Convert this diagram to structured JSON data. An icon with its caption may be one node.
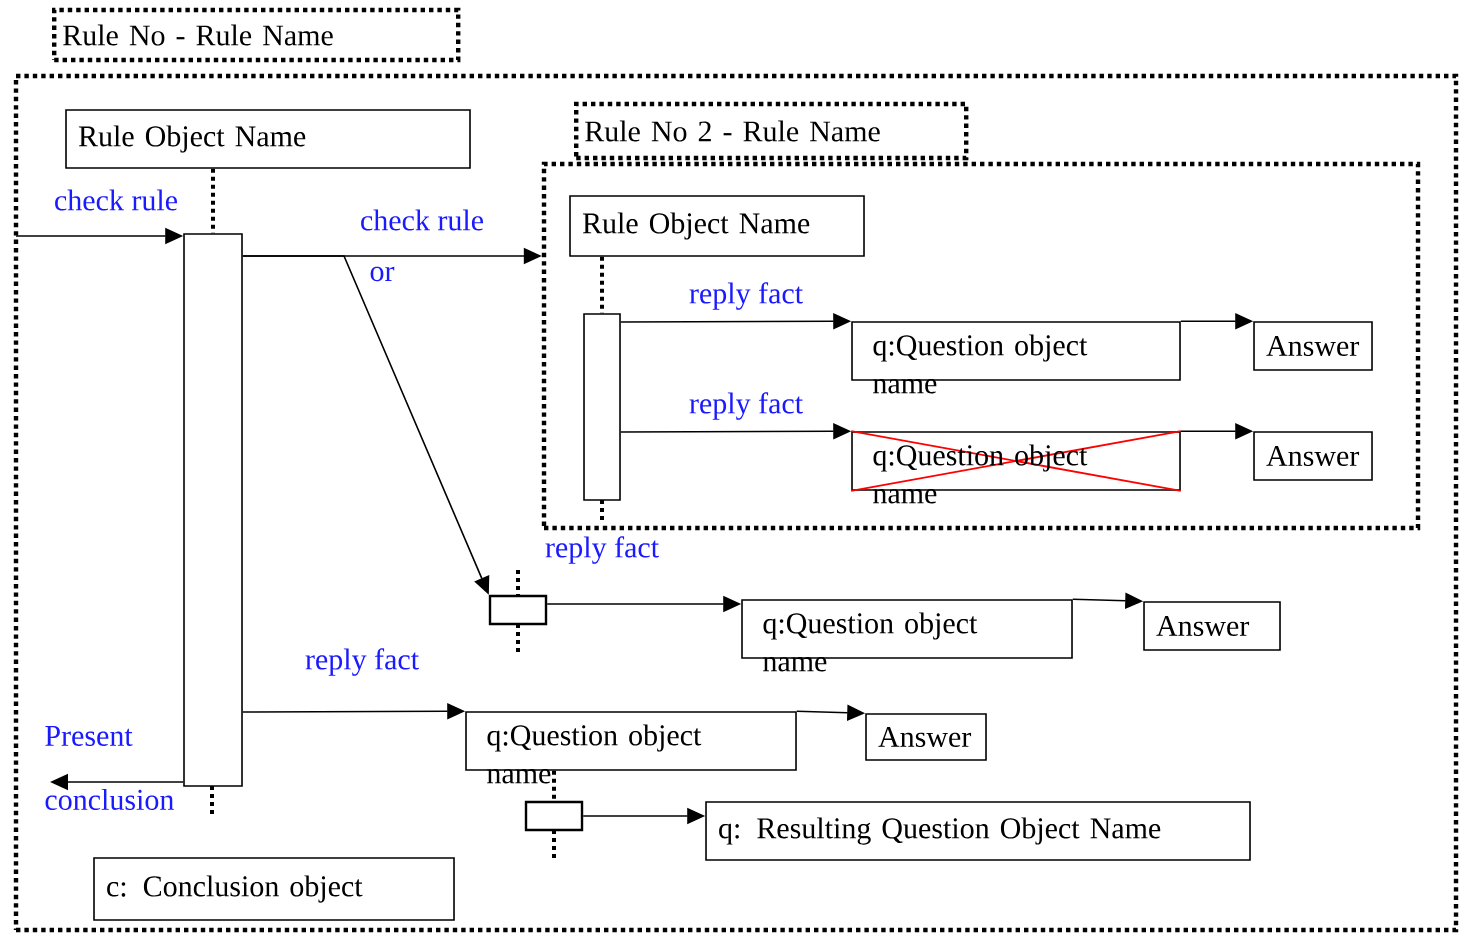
{
  "diagram": {
    "nodes": [
      {
        "text": [
          "Rule No - Rule Name"
        ]
      },
      {
        "text": [
          "Rule Object Name"
        ],
        "in": 0
      },
      {
        "text": [],
        "shape": "bar",
        "in": 0
      },
      {
        "text": [
          "Rule No 2 - Rule Name"
        ],
        "in": 0
      },
      {
        "text": [
          "Rule Object Name"
        ],
        "in": 3
      },
      {
        "text": [],
        "shape": "bar",
        "in": 3
      },
      {
        "text": [
          "q:Question object name"
        ],
        "in": 3
      },
      {
        "text": [
          "Answer"
        ],
        "in": 3
      },
      {
        "text": [
          "q:Question object name"
        ],
        "in": 3
      },
      {
        "text": [
          "Answer"
        ],
        "in": 3
      },
      {
        "text": [],
        "shape": "box",
        "in": 0
      },
      {
        "text": [
          "q:Question object name"
        ],
        "in": 0
      },
      {
        "text": [
          "Answer"
        ],
        "in": 0
      },
      {
        "text": [
          "q:Question object name"
        ],
        "in": 0
      },
      {
        "text": [
          "Answer"
        ],
        "in": 0
      },
      {
        "text": [],
        "shape": "box",
        "in": 0
      },
      {
        "text": [
          "q: Resulting Question Object Name"
        ],
        "in": 0
      },
      {
        "text": [
          "c: Conclusion object"
        ],
        "in": 0
      }
    ],
    "edges": [
      {
        "from": null,
        "to": 2,
        "arrow": "to",
        "label": "check rule"
      },
      {
        "from": 2,
        "to": 3,
        "arrow": "to",
        "label": "check rule"
      },
      {
        "from": 2,
        "to": 10,
        "arrow": "to",
        "label": "or"
      },
      {
        "from": 5,
        "to": 6,
        "arrow": "to",
        "label": "reply fact"
      },
      {
        "from": 6,
        "to": 7,
        "arrow": "to"
      },
      {
        "from": 5,
        "to": 8,
        "arrow": "to",
        "label": "reply fact"
      },
      {
        "from": 8,
        "to": 9,
        "arrow": "to"
      },
      {
        "from": 10,
        "to": 11,
        "arrow": "to",
        "label": "reply fact"
      },
      {
        "from": 11,
        "to": 12,
        "arrow": "to"
      },
      {
        "from": 2,
        "to": 13,
        "arrow": "to",
        "label": "reply fact"
      },
      {
        "from": 13,
        "to": 14,
        "arrow": "to"
      },
      {
        "from": 15,
        "to": 16,
        "arrow": "to"
      },
      {
        "from": 2,
        "to": null,
        "arrow": "to",
        "label": "Present conclusion"
      },
      {
        "from": 1,
        "to": 2,
        "arrow": "none",
        "style": "dashed"
      },
      {
        "from": 4,
        "to": 5,
        "arrow": "none",
        "style": "dashed"
      },
      {
        "from": 13,
        "to": 15,
        "arrow": "none",
        "style": "dashed"
      }
    ]
  }
}
